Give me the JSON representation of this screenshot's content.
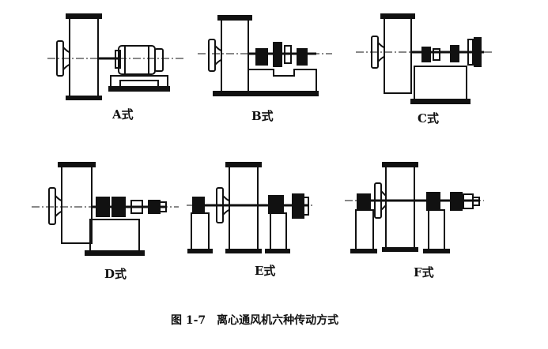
{
  "figure": {
    "panels": [
      {
        "id": "A",
        "label": "A式"
      },
      {
        "id": "B",
        "label": "B式"
      },
      {
        "id": "C",
        "label": "C式"
      },
      {
        "id": "D",
        "label": "D式"
      },
      {
        "id": "E",
        "label": "E式"
      },
      {
        "id": "F",
        "label": "F式"
      }
    ],
    "caption": "图 1-7　离心通风机六种传动方式"
  }
}
